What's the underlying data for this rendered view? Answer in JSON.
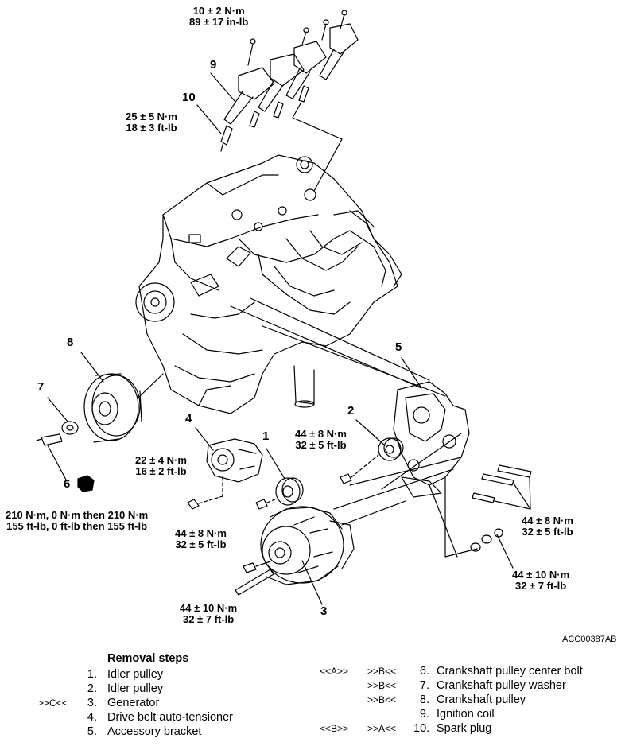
{
  "torques": {
    "coil_bolt": [
      "10 ± 2 N·m",
      "89 ± 17 in-lb"
    ],
    "spark_plug": [
      "25 ± 5 N·m",
      "18 ± 3 ft-lb"
    ],
    "idler_bolt_upper": [
      "44 ± 8 N·m",
      "32 ± 5 ft-lb"
    ],
    "tensioner_bolt": [
      "22 ± 4 N·m",
      "16 ± 2 ft-lb"
    ],
    "crank_bolt": [
      "210 N·m, 0 N·m then 210 N·m",
      "155 ft-lb, 0 ft-lb then 155 ft-lb"
    ],
    "idler_bolt_lower": [
      "44 ± 8 N·m",
      "32 ± 5 ft-lb"
    ],
    "bracket_bolts": [
      "44 ± 8 N·m",
      "32 ± 5 ft-lb"
    ],
    "bracket_nuts": [
      "44 ± 10 N·m",
      "32 ± 7 ft-lb"
    ],
    "generator_bolt": [
      "44 ± 10 N·m",
      "32 ± 7 ft-lb"
    ]
  },
  "callouts": {
    "c1": "1",
    "c2": "2",
    "c3": "3",
    "c4": "4",
    "c5": "5",
    "c6": "6",
    "c7": "7",
    "c8": "8",
    "c9": "9",
    "c10": "10"
  },
  "figure_code": "ACC00387AB",
  "removal": {
    "title": "Removal steps",
    "left": [
      {
        "ref": "",
        "num": "1.",
        "text": "Idler pulley"
      },
      {
        "ref": "",
        "num": "2.",
        "text": "Idler pulley"
      },
      {
        "ref": ">>C<<",
        "num": "3.",
        "text": "Generator"
      },
      {
        "ref": "",
        "num": "4.",
        "text": "Drive belt auto-tensioner"
      },
      {
        "ref": "",
        "num": "5.",
        "text": "Accessory bracket"
      }
    ],
    "right": [
      {
        "ref1": "<<A>>",
        "ref2": ">>B<<",
        "num": "6.",
        "text": "Crankshaft pulley center bolt"
      },
      {
        "ref1": "",
        "ref2": ">>B<<",
        "num": "7.",
        "text": "Crankshaft pulley washer"
      },
      {
        "ref1": "",
        "ref2": ">>B<<",
        "num": "8.",
        "text": "Crankshaft pulley"
      },
      {
        "ref1": "",
        "ref2": "",
        "num": "9.",
        "text": "Ignition coil"
      },
      {
        "ref1": "<<B>>",
        "ref2": ">>A<<",
        "num": "10.",
        "text": "Spark plug"
      }
    ]
  }
}
